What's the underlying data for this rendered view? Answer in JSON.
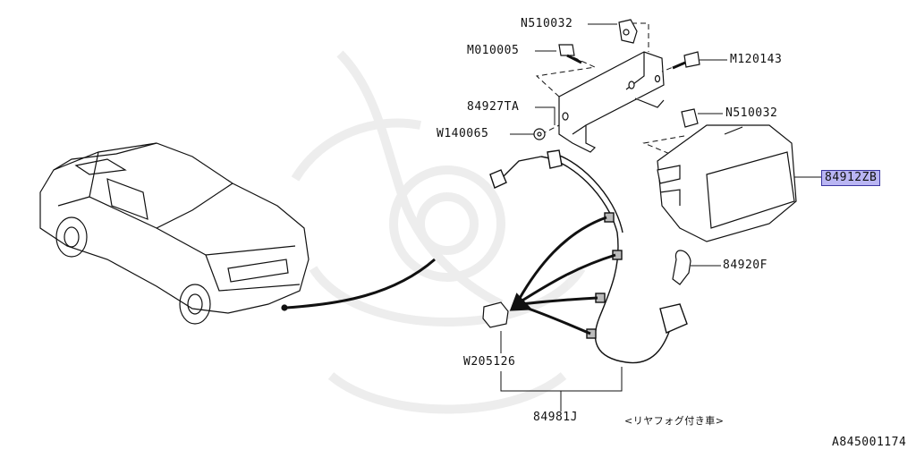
{
  "parts": {
    "n510032_top": "N510032",
    "m010005": "M010005",
    "m120143": "M120143",
    "p84927ta": "84927TA",
    "n510032_side": "N510032",
    "w140065": "W140065",
    "p84912zb": "84912ZB",
    "p84920f": "84920F",
    "w205126": "W205126",
    "p84981j": "84981J"
  },
  "note": "<リヤフォグ付き車>",
  "diagram_id": "A845001174",
  "colors": {
    "highlight": "#b9b5f3",
    "highlight_border": "#3a35a0",
    "line": "#111111",
    "watermark": "#ececec"
  }
}
